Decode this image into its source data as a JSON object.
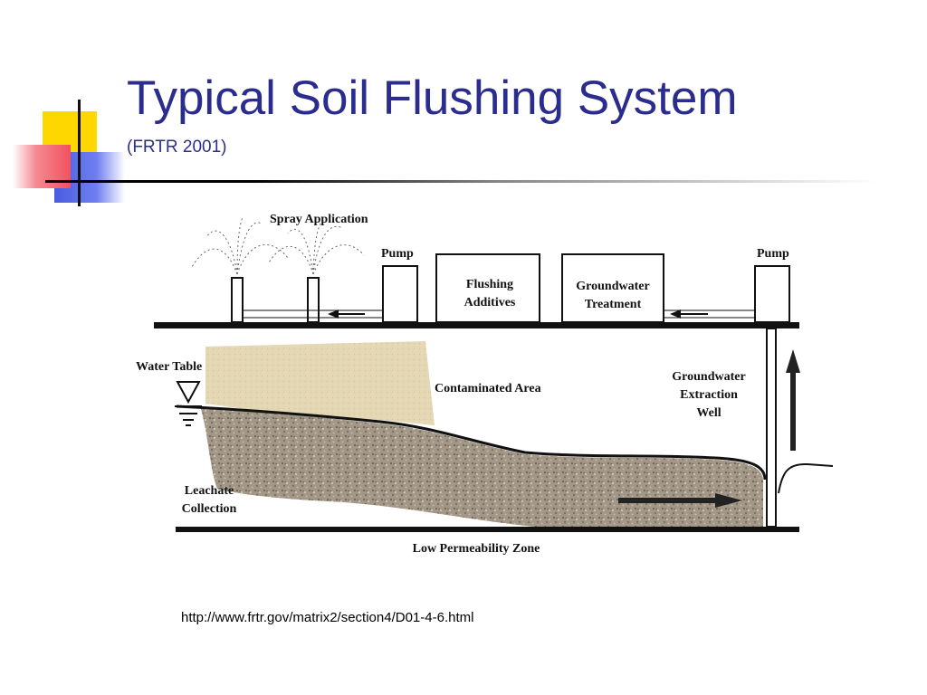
{
  "slide": {
    "title": "Typical Soil Flushing System",
    "subtitle": "(FRTR 2001)",
    "source_url": "http://www.frtr.gov/matrix2/section4/D01-4-6.html"
  },
  "diagram": {
    "labels": {
      "spray_application": "Spray Application",
      "pump_left": "Pump",
      "pump_right": "Pump",
      "flushing_additives_line1": "Flushing",
      "flushing_additives_line2": "Additives",
      "groundwater_treatment_line1": "Groundwater",
      "groundwater_treatment_line2": "Treatment",
      "water_table": "Water Table",
      "contaminated_area": "Contaminated Area",
      "extraction_well_line1": "Groundwater",
      "extraction_well_line2": "Extraction",
      "extraction_well_line3": "Well",
      "leachate_line1": "Leachate",
      "leachate_line2": "Collection",
      "low_permeability_zone": "Low Permeability Zone"
    },
    "colors": {
      "title_blue": "#2B2D8E",
      "contaminated_sand": "#E4D7B3",
      "gravel": "#A09484",
      "deco_yellow": "#FFD700",
      "deco_blue": "#4A5BE0",
      "deco_red": "#F25060"
    }
  }
}
